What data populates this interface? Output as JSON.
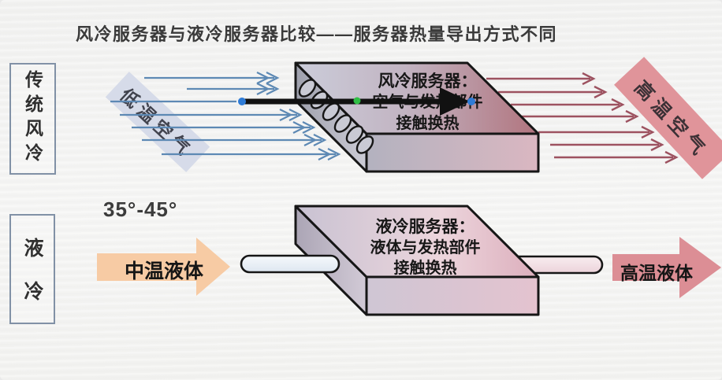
{
  "title": "风冷服务器与液冷服务器比较——服务器热量导出方式不同",
  "air_section": {
    "row_label": "传统风冷",
    "inlet_banner": "低温空气",
    "outlet_banner": "高温空气",
    "caption": {
      "line1": "风冷服务器：",
      "line2": "空气与发热部件",
      "line3": "接触换热"
    }
  },
  "liquid_section": {
    "row_label": "液冷",
    "temperature_range": "35°-45°",
    "inlet_label": "中温液体",
    "outlet_label": "高温液体",
    "caption": {
      "line1": "液冷服务器：",
      "line2": "液体与发热部件",
      "line3": "接触换热"
    }
  },
  "colors": {
    "cold_air_arrow": "#5d89b4",
    "hot_air_arrow": "#9d5260",
    "inlet_banner_bg": "#d6dbe9",
    "outlet_banner_bg": "#e0949a",
    "warm_liquid_arrow": "#f7cba4",
    "hot_liquid_arrow": "#dc8e95",
    "heat_arrow": "#111111",
    "handle_blue": "#2e7bd6",
    "handle_green": "#2fbf45"
  }
}
